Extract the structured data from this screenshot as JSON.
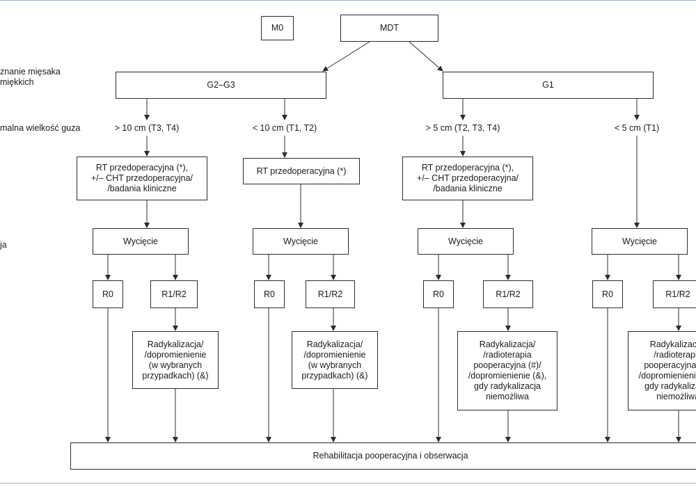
{
  "side_labels": {
    "rozpoznanie": "znanie mięsaka\nmiękkich",
    "wielkosc": "malna wielkość guza",
    "leczenie": "ja"
  },
  "top": {
    "m0": "M0",
    "mdt": "MDT"
  },
  "grades": {
    "high": "G2–G3",
    "low": "G1"
  },
  "conditions": {
    "c1": "> 10 cm (T3, T4)",
    "c2": "< 10 cm (T1, T2)",
    "c3": "> 5 cm (T2, T3, T4)",
    "c4": "< 5 cm (T1)"
  },
  "neoadj": {
    "b1": "RT przedoperacyjna (*),\n+/– CHT przedoperacyjna/\n/badania kliniczne",
    "b2": "RT przedoperacyjna (*)",
    "b3": "RT przedoperacyjna (*),\n+/– CHT przedoperacyjna/\n/badania kliniczne"
  },
  "excision": "Wycięcie",
  "margins": {
    "r0": "R0",
    "r12": "R1/R2"
  },
  "postop": {
    "p1": "Radykalizacja/\n/dopromienienie\n(w wybranych\nprzypadkach) (&)",
    "p2": "Radykalizacja/\n/dopromienienie\n(w wybranych\nprzypadkach) (&)",
    "p3": "Radykalizacja/\n/radioterapia\npooperacyjna (#)/\n/dopromienienie (&),\ngdy radykalizacja\nniemożliwa",
    "p4": "Radykalizacja/\n/radioterapia\npooperacyjna (#)/\n/dopromienienie (&),\ngdy radykalizacja\nniemożliwa"
  },
  "final": "Rehabilitacja pooperacyjna i obserwacja"
}
